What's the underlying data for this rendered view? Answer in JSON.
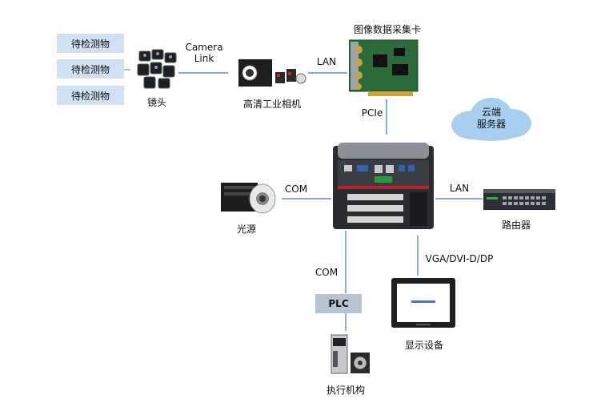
{
  "objects": {
    "items": [
      "待检测物",
      "待检测物",
      "待检测物"
    ]
  },
  "labels": {
    "lens": "镜头",
    "camera_link": "Camera\nLink",
    "camera": "高清工业相机",
    "lan_top": "LAN",
    "capture_card": "图像数据采集卡",
    "pcie": "PCIe",
    "cloud": "云端\n服务器",
    "com_left": "COM",
    "light": "光源",
    "lan_right": "LAN",
    "router": "路由器",
    "vga": "VGA/DVI-D/DP",
    "com_bottom": "COM",
    "plc": "PLC",
    "display": "显示设备",
    "actuator": "执行机构"
  },
  "colors": {
    "link_line": "#3a78c8",
    "object_box": "#cfe0f3",
    "plc_box": "#b7c4d1",
    "cloud": "#a9cff0"
  }
}
